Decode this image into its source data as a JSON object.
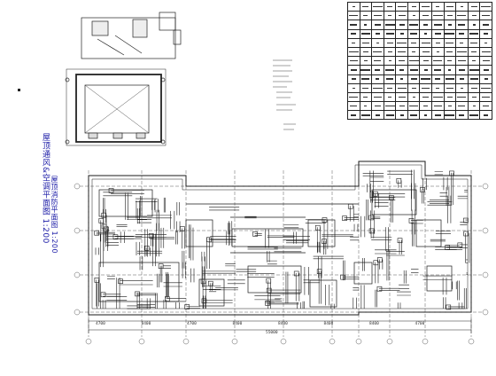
{
  "drawing": {
    "main_title": "屋顶通风&空调平面图 1:200",
    "sub_title": "屋顶消防平面图 1:200",
    "bottom_dimension": "55000",
    "dimension_marks": [
      "4700",
      "8400",
      "4700",
      "8400",
      "8400",
      "8400",
      "8400",
      "4700"
    ],
    "colors": {
      "linework": "#1a1a1a",
      "title": "#1a1aa6",
      "paper": "#ffffff"
    }
  },
  "legend_table": {
    "rows": 13,
    "columns": 12
  }
}
